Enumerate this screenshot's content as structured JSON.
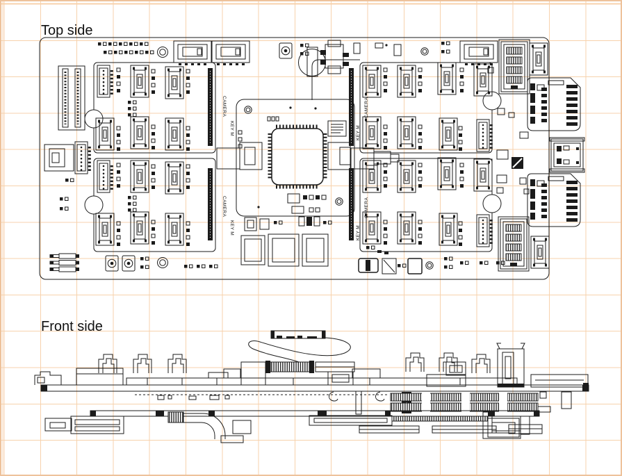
{
  "page": {
    "background_color": "#ffffff",
    "grid_color": "#f7d2ac",
    "border_color": "#eec29b",
    "line_color": "#1b1b1b"
  },
  "labels": {
    "top_view": "Top side",
    "front_view": "Front side"
  },
  "markings": {
    "camera": "CAMERA",
    "key_m": "KEY M"
  }
}
